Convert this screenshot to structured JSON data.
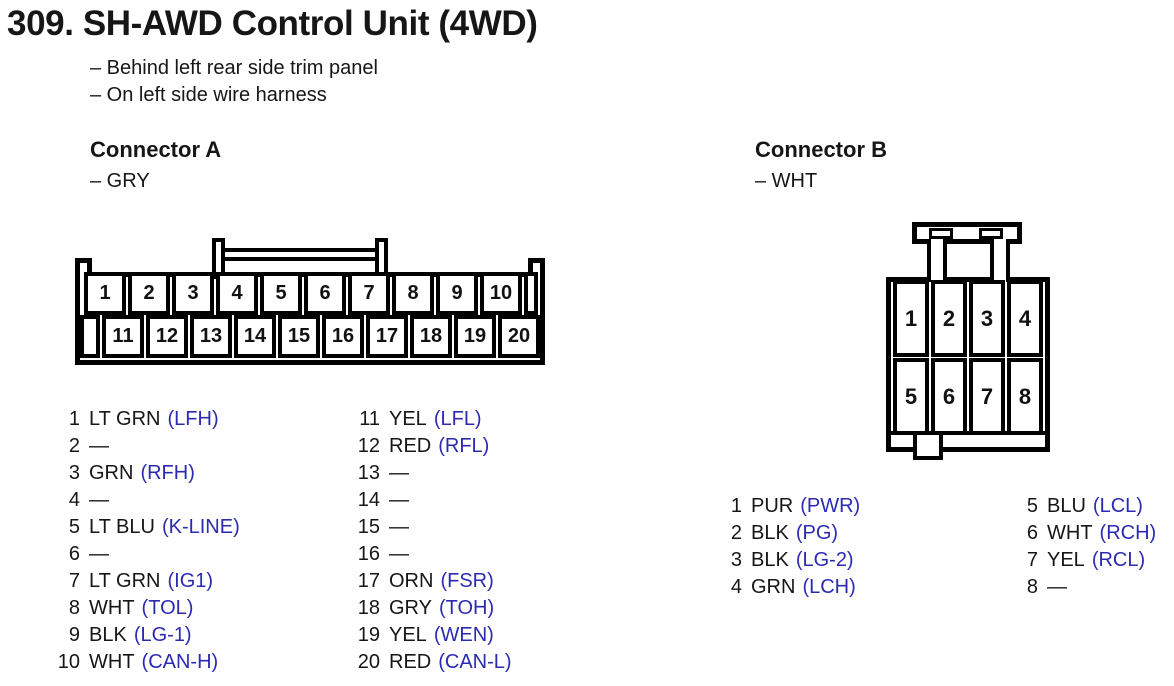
{
  "title": "309. SH-AWD Control Unit (4WD)",
  "notes": [
    "– Behind left rear side trim panel",
    "– On left side wire harness"
  ],
  "colors": {
    "ink": "#161616",
    "signal_blue": "#2b2bb2",
    "line_black": "#000000",
    "background": "#ffffff"
  },
  "connector_a": {
    "heading": "Connector A",
    "color_note": "– GRY",
    "top_row_pins": [
      "1",
      "2",
      "3",
      "4",
      "5",
      "6",
      "7",
      "8",
      "9",
      "10"
    ],
    "bottom_row_pins": [
      "11",
      "12",
      "13",
      "14",
      "15",
      "16",
      "17",
      "18",
      "19",
      "20"
    ],
    "pins_left": [
      {
        "pin": "1",
        "wire": "LT GRN",
        "signal": "(LFH)"
      },
      {
        "pin": "2",
        "wire": "—",
        "signal": ""
      },
      {
        "pin": "3",
        "wire": "GRN",
        "signal": "(RFH)"
      },
      {
        "pin": "4",
        "wire": "—",
        "signal": ""
      },
      {
        "pin": "5",
        "wire": "LT BLU",
        "signal": "(K-LINE)"
      },
      {
        "pin": "6",
        "wire": "—",
        "signal": ""
      },
      {
        "pin": "7",
        "wire": "LT GRN",
        "signal": "(IG1)"
      },
      {
        "pin": "8",
        "wire": "WHT",
        "signal": "(TOL)"
      },
      {
        "pin": "9",
        "wire": "BLK",
        "signal": "(LG-1)"
      },
      {
        "pin": "10",
        "wire": "WHT",
        "signal": "(CAN-H)"
      }
    ],
    "pins_right": [
      {
        "pin": "11",
        "wire": "YEL",
        "signal": "(LFL)"
      },
      {
        "pin": "12",
        "wire": "RED",
        "signal": "(RFL)"
      },
      {
        "pin": "13",
        "wire": "—",
        "signal": ""
      },
      {
        "pin": "14",
        "wire": "—",
        "signal": ""
      },
      {
        "pin": "15",
        "wire": "—",
        "signal": ""
      },
      {
        "pin": "16",
        "wire": "—",
        "signal": ""
      },
      {
        "pin": "17",
        "wire": "ORN",
        "signal": "(FSR)"
      },
      {
        "pin": "18",
        "wire": "GRY",
        "signal": "(TOH)"
      },
      {
        "pin": "19",
        "wire": "YEL",
        "signal": "(WEN)"
      },
      {
        "pin": "20",
        "wire": "RED",
        "signal": "(CAN-L)"
      }
    ]
  },
  "connector_b": {
    "heading": "Connector B",
    "color_note": "– WHT",
    "top_row_pins": [
      "1",
      "2",
      "3",
      "4"
    ],
    "bottom_row_pins": [
      "5",
      "6",
      "7",
      "8"
    ],
    "pins_left": [
      {
        "pin": "1",
        "wire": "PUR",
        "signal": "(PWR)"
      },
      {
        "pin": "2",
        "wire": "BLK",
        "signal": "(PG)"
      },
      {
        "pin": "3",
        "wire": "BLK",
        "signal": "(LG-2)"
      },
      {
        "pin": "4",
        "wire": "GRN",
        "signal": "(LCH)"
      }
    ],
    "pins_right": [
      {
        "pin": "5",
        "wire": "BLU",
        "signal": "(LCL)"
      },
      {
        "pin": "6",
        "wire": "WHT",
        "signal": "(RCH)"
      },
      {
        "pin": "7",
        "wire": "YEL",
        "signal": "(RCL)"
      },
      {
        "pin": "8",
        "wire": "—",
        "signal": ""
      }
    ]
  }
}
